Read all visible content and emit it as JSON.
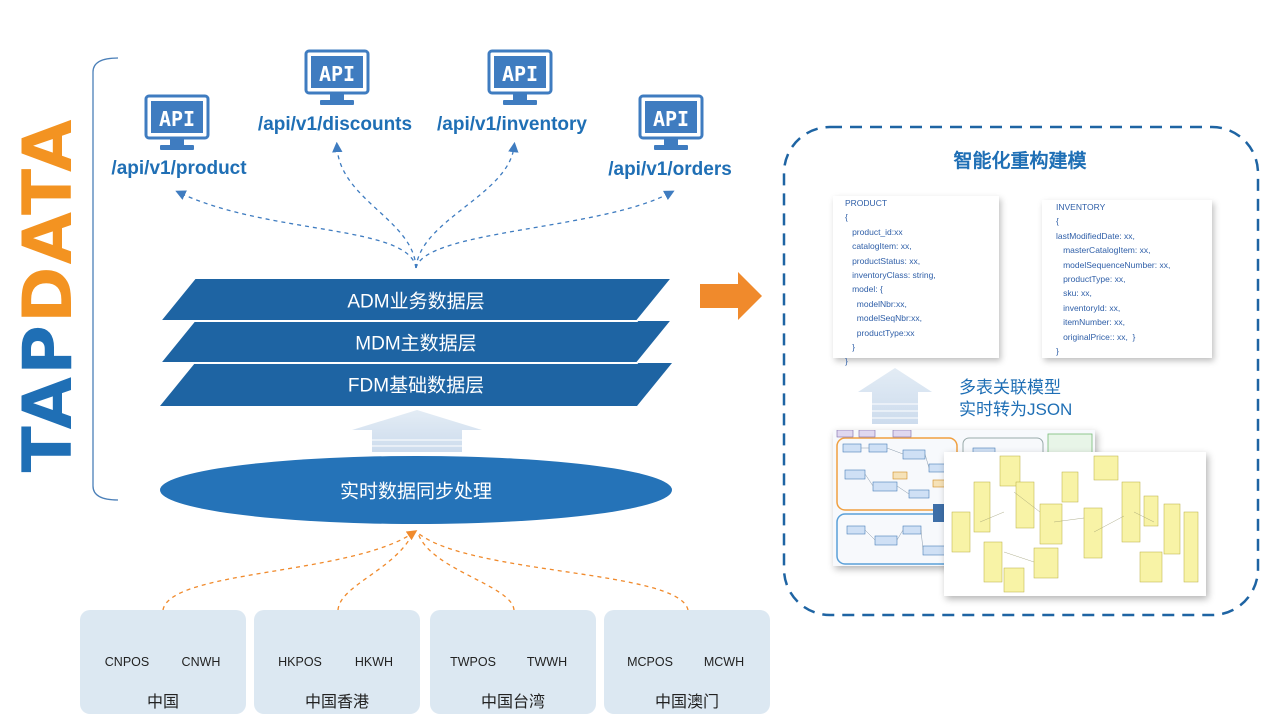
{
  "logo": {
    "text": "TAPDATA",
    "primary_color": "#1f6fb5",
    "accent_color": "#f39321"
  },
  "apis": [
    {
      "icon": "api-monitor-icon",
      "icon_text": "API",
      "path": "/api/v1/product"
    },
    {
      "icon": "api-monitor-icon",
      "icon_text": "API",
      "path": "/api/v1/discounts"
    },
    {
      "icon": "api-monitor-icon",
      "icon_text": "API",
      "path": "/api/v1/inventory"
    },
    {
      "icon": "api-monitor-icon",
      "icon_text": "API",
      "path": "/api/v1/orders"
    }
  ],
  "layers": [
    "ADM业务数据层",
    "MDM主数据层",
    "FDM基础数据层"
  ],
  "sync": "实时数据同步处理",
  "sources": [
    {
      "region": "中国",
      "dbs": [
        "CNPOS",
        "CNWH"
      ]
    },
    {
      "region": "中国香港",
      "dbs": [
        "HKPOS",
        "HKWH"
      ]
    },
    {
      "region": "中国台湾",
      "dbs": [
        "TWPOS",
        "TWWH"
      ]
    },
    {
      "region": "中国澳门",
      "dbs": [
        "MCPOS",
        "MCWH"
      ]
    }
  ],
  "right_panel": {
    "title": "智能化重构建模",
    "product_json": [
      "PRODUCT",
      "{",
      "   product_id:xx",
      "   catalogItem: xx,",
      "   productStatus: xx,",
      "   inventoryClass: string,",
      "   model: {",
      "     modelNbr:xx,",
      "     modelSeqNbr:xx,",
      "     productType:xx",
      "   }",
      "}"
    ],
    "inventory_json": [
      "INVENTORY",
      "{",
      "lastModifiedDate: xx,",
      "   masterCatalogItem: xx,",
      "   modelSequenceNumber: xx,",
      "   productType: xx,",
      "   sku: xx,",
      "   inventoryId: xx,",
      "   itemNumber: xx,",
      "   originalPrice:: xx,  }",
      "}"
    ],
    "caption": [
      "多表关联模型",
      "实时转为JSON"
    ]
  },
  "colors": {
    "blue": "#1f6fb5",
    "dark_blue": "#1e64a3",
    "orange": "#f08a2c",
    "light_group": "#dce8f2",
    "pale_arrow": "#dbe6f1"
  }
}
